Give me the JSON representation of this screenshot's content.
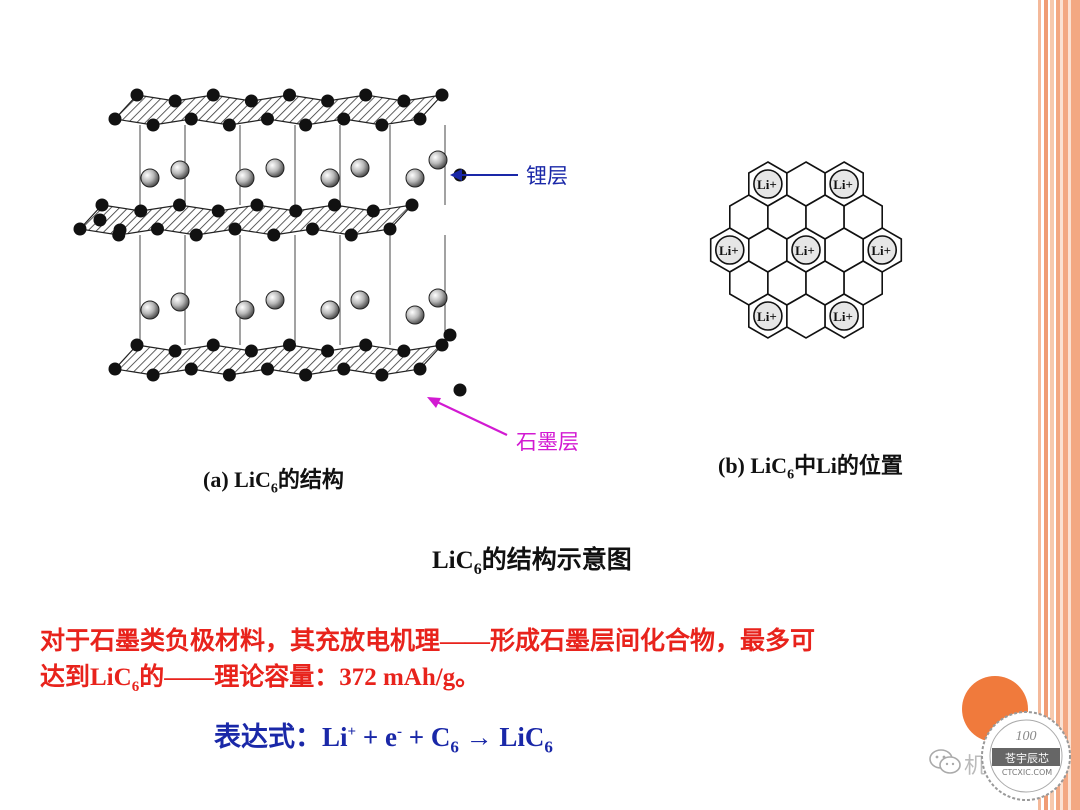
{
  "figure_a": {
    "caption_prefix": "(a) LiC",
    "caption_sub": "6",
    "caption_suffix": "的结构",
    "label_li_layer": "锂层",
    "label_graphite_layer": "石墨层"
  },
  "figure_b": {
    "caption_prefix": "(b) LiC",
    "caption_sub": "6",
    "caption_suffix": "中Li的位置",
    "ion_label": "Li+"
  },
  "diagram_title": {
    "prefix": "LiC",
    "sub": "6",
    "suffix": "的结构示意图"
  },
  "description": {
    "line1": "对于石墨类负极材料，其充放电机理——形成石墨层间化合物，最多可",
    "line2_prefix": "达到LiC",
    "line2_sub": "6",
    "line2_suffix": "的——理论容量：372 mAh/g。"
  },
  "formula": {
    "label": "表达式：",
    "li": "Li",
    "li_sup": "+",
    "plus1": " + e",
    "e_sup": "-",
    "plus2": " + C",
    "c_sub": "6",
    "arrow": " → LiC",
    "product_sub": "6"
  },
  "watermark": {
    "badge_top": "100",
    "badge_mid": "苍宇辰芯",
    "badge_bottom": "CTCXIC.COM",
    "account_text": "机"
  },
  "colors": {
    "red_text": "#e8231c",
    "blue_text": "#1a28a8",
    "arrow_li": "#1a28a8",
    "arrow_graphite": "#d21ad2",
    "circle_orange": "#f07a3c"
  }
}
